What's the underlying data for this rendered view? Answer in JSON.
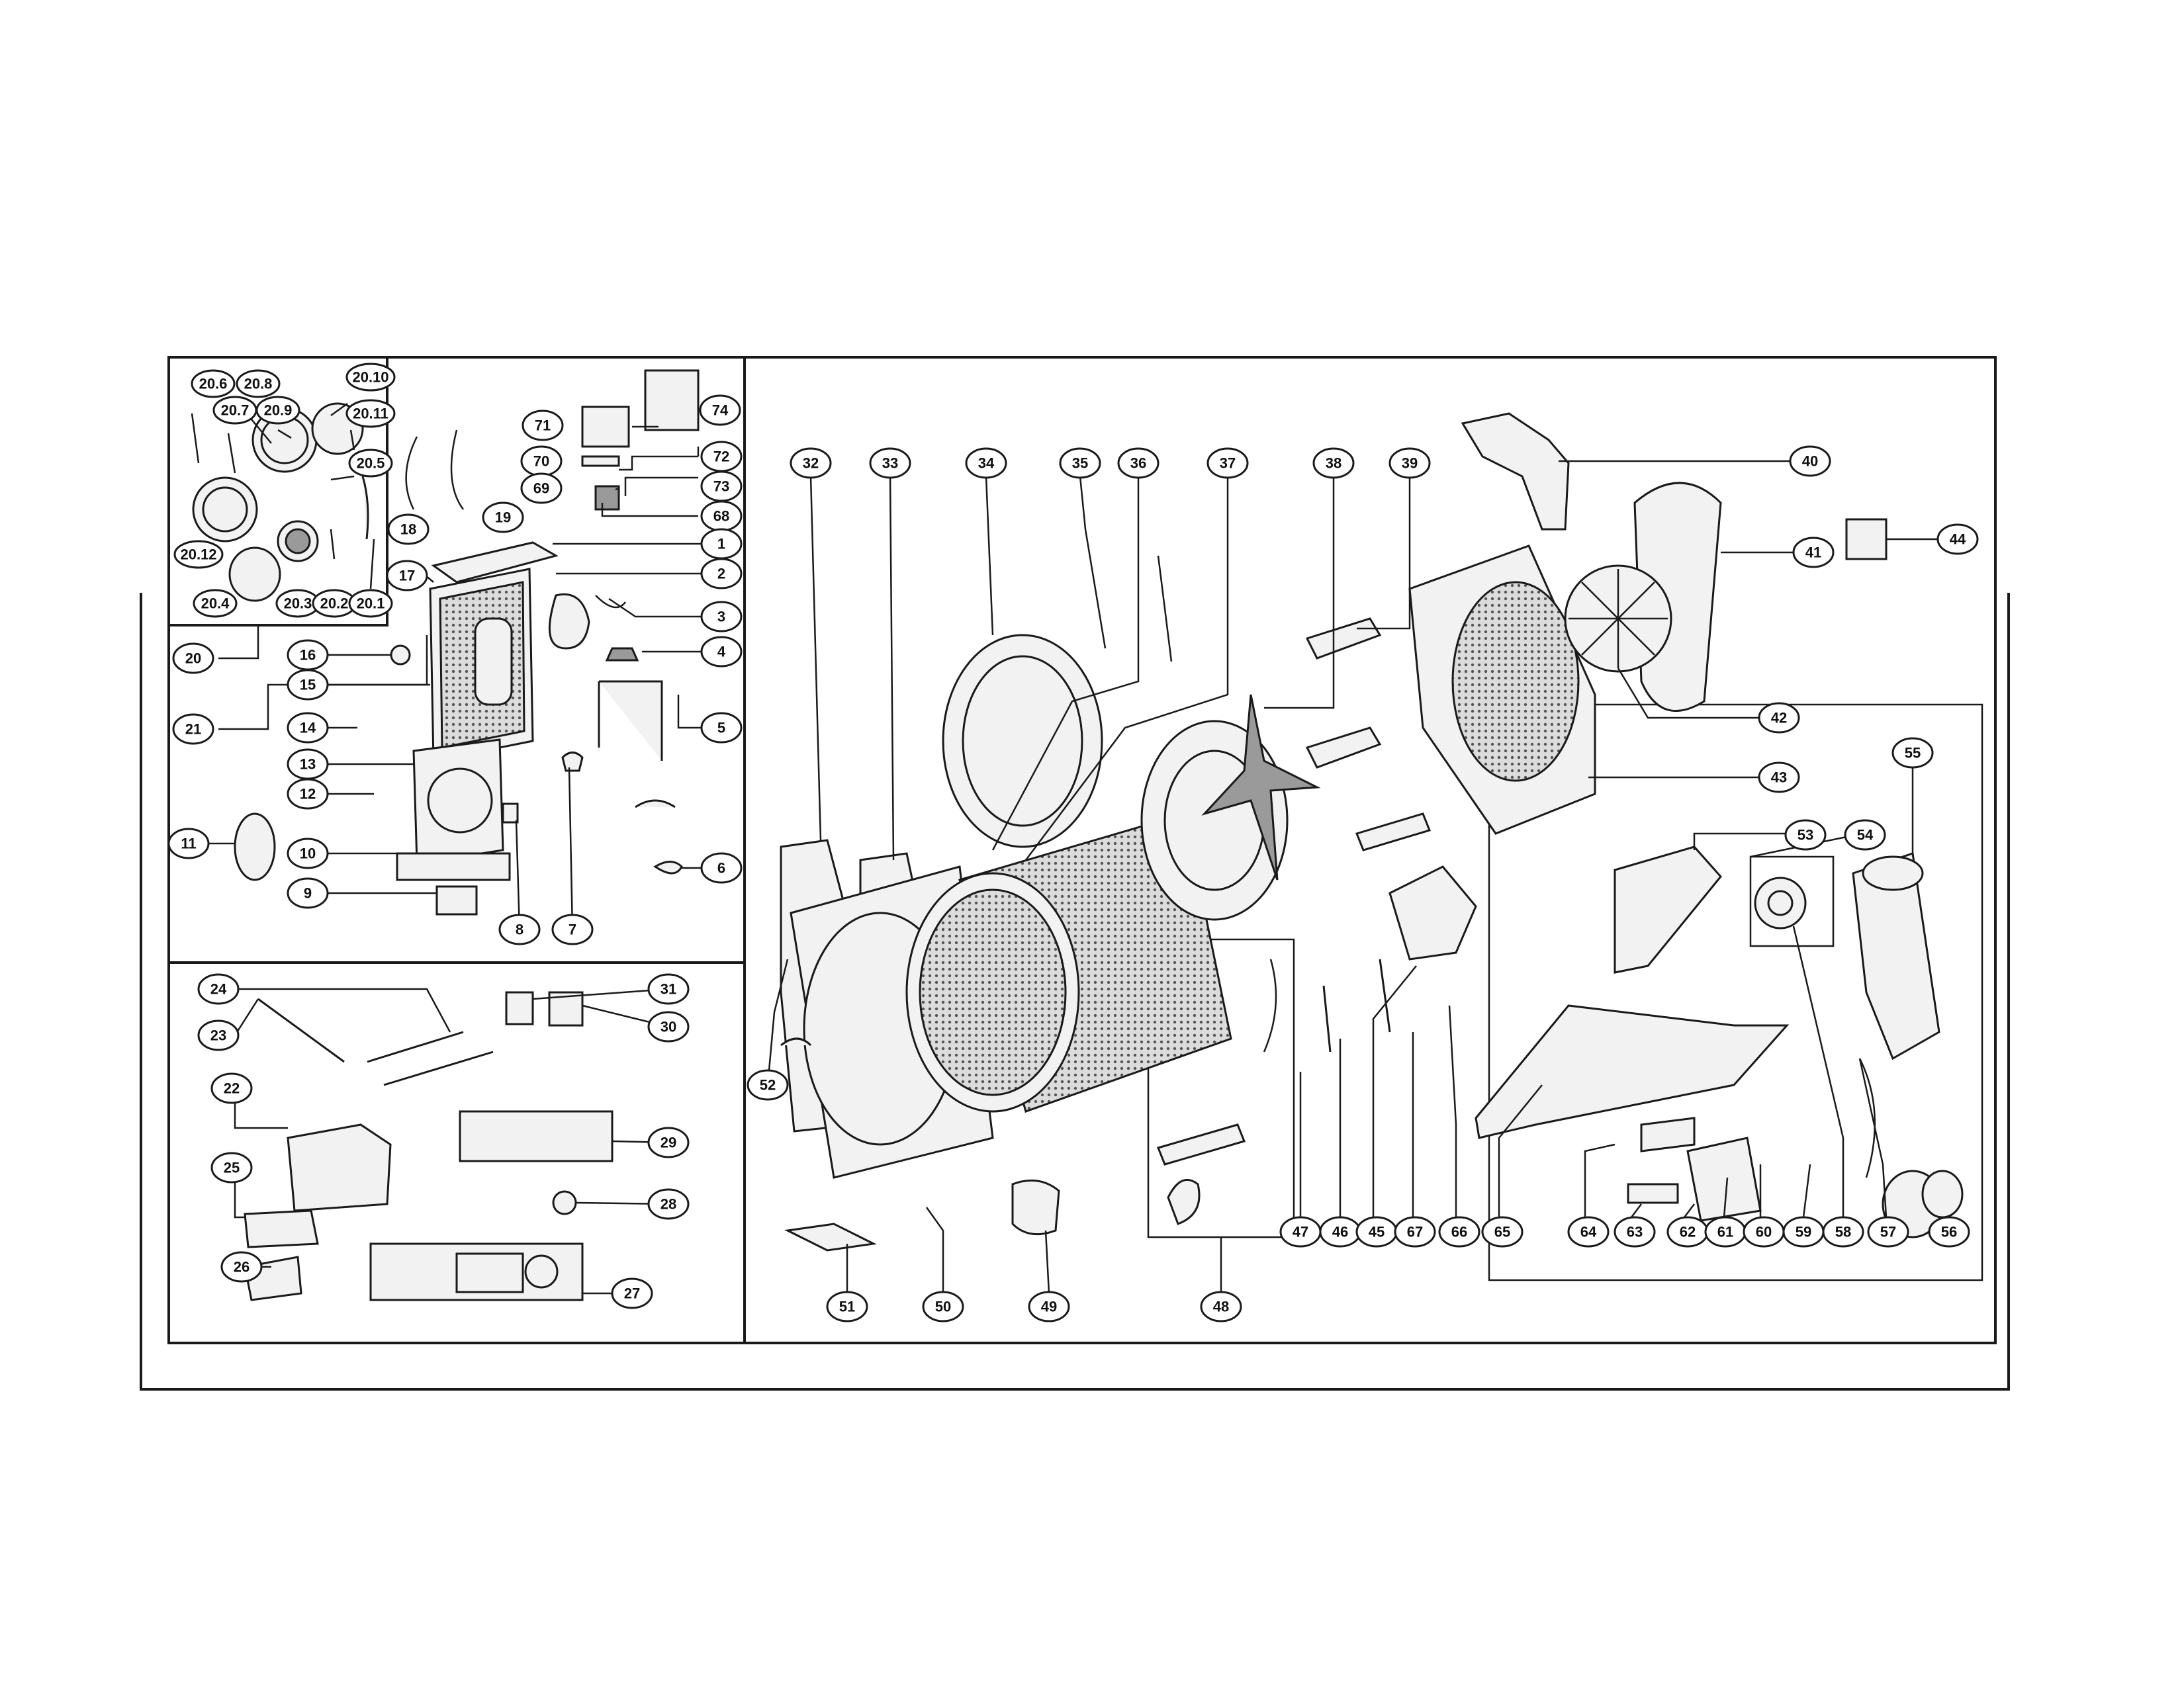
{
  "colors": {
    "line": "#1a1a1a",
    "paper": "#ffffff",
    "part_fill": "#f2f2f2",
    "part_shade": "#9a9a9a"
  },
  "callouts": [
    {
      "label": "20.6"
    },
    {
      "label": "20.8"
    },
    {
      "label": "20.10"
    },
    {
      "label": "20.7"
    },
    {
      "label": "20.9"
    },
    {
      "label": "20.11"
    },
    {
      "label": "20.5"
    },
    {
      "label": "20.12"
    },
    {
      "label": "20.4"
    },
    {
      "label": "20.3"
    },
    {
      "label": "20.2"
    },
    {
      "label": "20.1"
    },
    {
      "label": "20"
    },
    {
      "label": "21"
    },
    {
      "label": "74"
    },
    {
      "label": "71"
    },
    {
      "label": "72"
    },
    {
      "label": "70"
    },
    {
      "label": "73"
    },
    {
      "label": "69"
    },
    {
      "label": "68"
    },
    {
      "label": "18"
    },
    {
      "label": "19"
    },
    {
      "label": "1"
    },
    {
      "label": "2"
    },
    {
      "label": "17"
    },
    {
      "label": "3"
    },
    {
      "label": "4"
    },
    {
      "label": "16"
    },
    {
      "label": "15"
    },
    {
      "label": "14"
    },
    {
      "label": "5"
    },
    {
      "label": "13"
    },
    {
      "label": "12"
    },
    {
      "label": "11"
    },
    {
      "label": "10"
    },
    {
      "label": "6"
    },
    {
      "label": "9"
    },
    {
      "label": "8"
    },
    {
      "label": "7"
    },
    {
      "label": "24"
    },
    {
      "label": "31"
    },
    {
      "label": "23"
    },
    {
      "label": "30"
    },
    {
      "label": "22"
    },
    {
      "label": "29"
    },
    {
      "label": "25"
    },
    {
      "label": "28"
    },
    {
      "label": "26"
    },
    {
      "label": "27"
    },
    {
      "label": "32"
    },
    {
      "label": "33"
    },
    {
      "label": "34"
    },
    {
      "label": "35"
    },
    {
      "label": "36"
    },
    {
      "label": "37"
    },
    {
      "label": "38"
    },
    {
      "label": "39"
    },
    {
      "label": "40"
    },
    {
      "label": "41"
    },
    {
      "label": "44"
    },
    {
      "label": "42"
    },
    {
      "label": "43"
    },
    {
      "label": "55"
    },
    {
      "label": "53"
    },
    {
      "label": "54"
    },
    {
      "label": "52"
    },
    {
      "label": "47"
    },
    {
      "label": "46"
    },
    {
      "label": "45"
    },
    {
      "label": "67"
    },
    {
      "label": "66"
    },
    {
      "label": "65"
    },
    {
      "label": "64"
    },
    {
      "label": "63"
    },
    {
      "label": "62"
    },
    {
      "label": "61"
    },
    {
      "label": "60"
    },
    {
      "label": "59"
    },
    {
      "label": "58"
    },
    {
      "label": "57"
    },
    {
      "label": "56"
    },
    {
      "label": "51"
    },
    {
      "label": "50"
    },
    {
      "label": "49"
    },
    {
      "label": "48"
    }
  ]
}
